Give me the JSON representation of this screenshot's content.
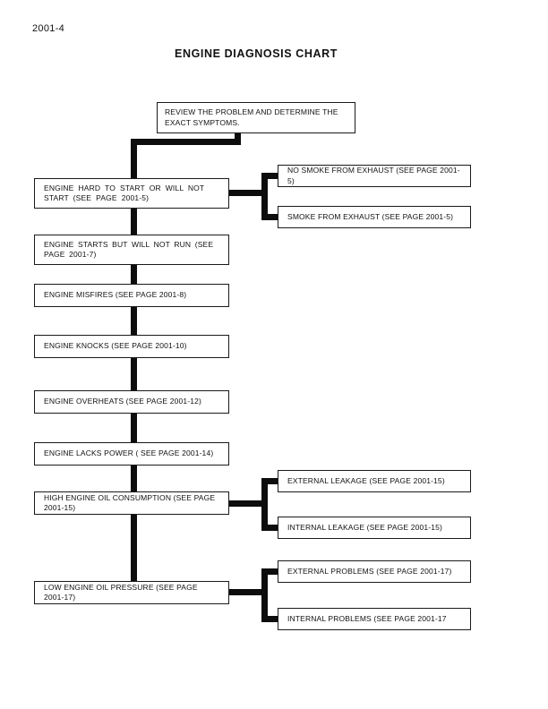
{
  "page": {
    "number": "2001-4",
    "title": "ENGINE DIAGNOSIS CHART"
  },
  "chart": {
    "root": {
      "label": "REVIEW THE PROBLEM AND DETERMINE THE EXACT SYMPTOMS."
    },
    "left_nodes": [
      {
        "label": "ENGINE HARD TO START OR WILL NOT START (SEE PAGE 2001-5)"
      },
      {
        "label": "ENGINE STARTS BUT WILL NOT RUN (SEE PAGE 2001-7)"
      },
      {
        "label": "ENGINE MISFIRES (SEE PAGE 2001-8)"
      },
      {
        "label": "ENGINE KNOCKS (SEE PAGE 2001-10)"
      },
      {
        "label": "ENGINE OVERHEATS (SEE PAGE 2001-12)"
      },
      {
        "label": "ENGINE LACKS POWER ( SEE PAGE 2001-14)"
      },
      {
        "label": "HIGH ENGINE OIL CONSUMPTION (SEE PAGE 2001-15)"
      },
      {
        "label": "LOW ENGINE OIL PRESSURE (SEE PAGE 2001-17)"
      }
    ],
    "right_nodes": [
      {
        "label": "NO SMOKE FROM EXHAUST (SEE PAGE 2001-5)"
      },
      {
        "label": "SMOKE FROM EXHAUST (SEE PAGE 2001-5)"
      },
      {
        "label": "EXTERNAL LEAKAGE (SEE PAGE 2001-15)"
      },
      {
        "label": "INTERNAL LEAKAGE (SEE PAGE 2001-15)"
      },
      {
        "label": "EXTERNAL PROBLEMS (SEE PAGE 2001-17)"
      },
      {
        "label": "INTERNAL PROBLEMS (SEE PAGE 2001-17"
      }
    ]
  }
}
